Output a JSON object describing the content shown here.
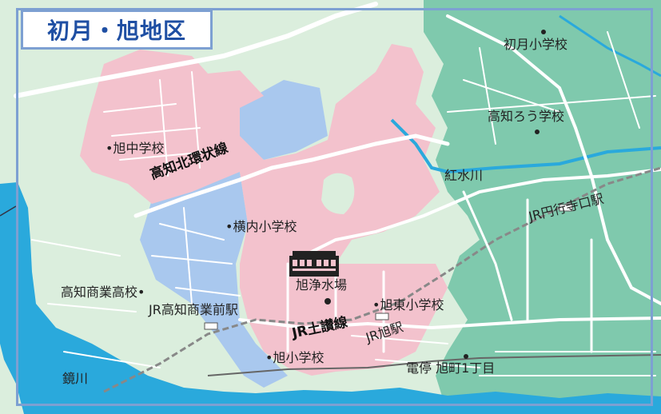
{
  "title": "初月・旭地区",
  "colors": {
    "base": "#dbeedd",
    "pink_zone": "#f3c2cd",
    "blue_zone": "#a9c8ee",
    "green_zone": "#7fc9ad",
    "river": "#2aa9dc",
    "frame": "#7da0d2",
    "title_text": "#1f4fa3"
  },
  "labels": {
    "hatsuki_elem": "初月小学校",
    "kochi_deaf": "高知ろう学校",
    "asahi_junior": "•旭中学校",
    "kitakanjo": "高知北環状線",
    "kosui_river": "紅水川",
    "jr_entsuji": "JR円行寺口駅",
    "yokouchi_elem": "•横内小学校",
    "water_plant": "旭浄水場",
    "commercial_high": "高知商業高校•",
    "jr_commercial": "JR高知商業前駅",
    "asahi_east_elem": "•旭東小学校",
    "jr_dosan": "JR土讃線",
    "jr_asahi": "JR旭駅",
    "asahi_elem": "•旭小学校",
    "kagami_river": "鏡川",
    "tram_stop": "電停 旭町1丁目"
  },
  "icons": {
    "water_plant_building": "building-icon"
  }
}
